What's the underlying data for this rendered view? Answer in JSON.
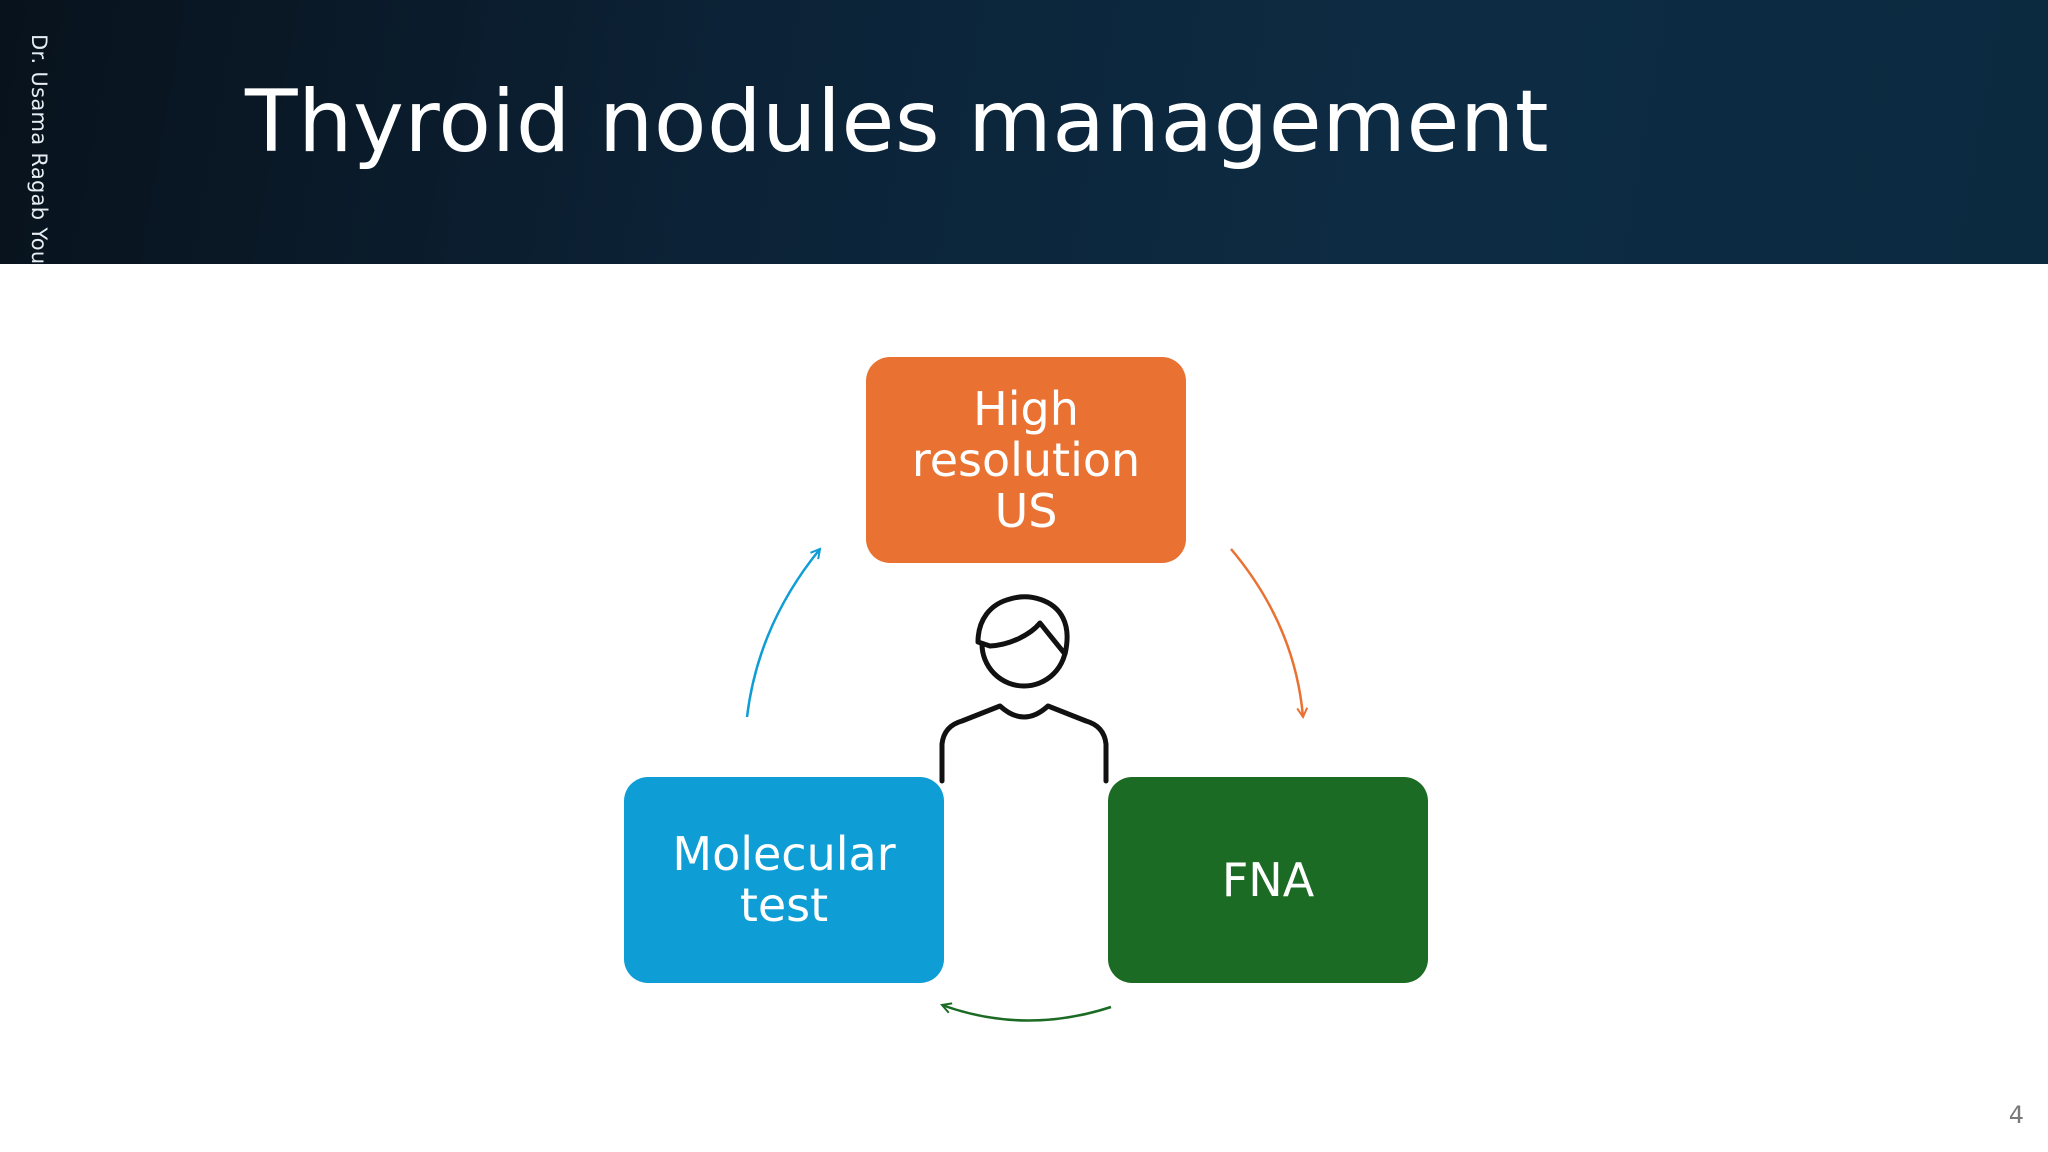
{
  "slide": {
    "title": "Thyroid nodules management",
    "author_vertical": "Dr. Usama Ragab You",
    "page_number": "4"
  },
  "diagram": {
    "nodes": [
      {
        "id": "us",
        "lines": [
          "High",
          "resolution",
          "US"
        ],
        "color": "#E97132"
      },
      {
        "id": "fna",
        "lines": [
          "FNA"
        ],
        "color": "#1C6B25"
      },
      {
        "id": "molecular",
        "lines": [
          "Molecular",
          "test"
        ],
        "color": "#0E9ED5"
      }
    ],
    "arrow_colors": {
      "us_to_fna": "#E97132",
      "fna_to_molecular": "#1C6B25",
      "molecular_to_us": "#0E9ED5"
    },
    "center_icon": "person-icon"
  }
}
